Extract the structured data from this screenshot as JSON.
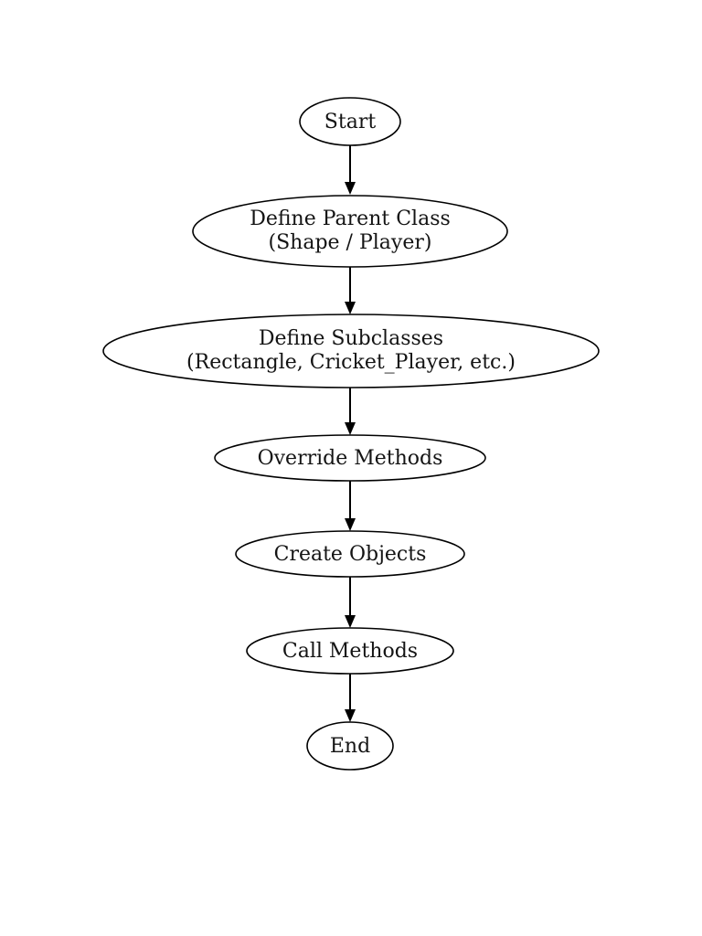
{
  "page": {
    "background": "#ffffff"
  },
  "flowchart": {
    "type": "flowchart",
    "stroke_color": "#000000",
    "fill_color": "#ffffff",
    "text_color": "#141414",
    "nodes": [
      {
        "id": "start",
        "shape": "ellipse",
        "lines": [
          "Start"
        ]
      },
      {
        "id": "define-parent-class",
        "shape": "ellipse",
        "lines": [
          "Define Parent Class",
          "(Shape / Player)"
        ]
      },
      {
        "id": "define-subclasses",
        "shape": "ellipse",
        "lines": [
          "Define Subclasses",
          "(Rectangle, Cricket_Player, etc.)"
        ]
      },
      {
        "id": "override-methods",
        "shape": "ellipse",
        "lines": [
          "Override Methods"
        ]
      },
      {
        "id": "create-objects",
        "shape": "ellipse",
        "lines": [
          "Create Objects"
        ]
      },
      {
        "id": "call-methods",
        "shape": "ellipse",
        "lines": [
          "Call Methods"
        ]
      },
      {
        "id": "end",
        "shape": "ellipse",
        "lines": [
          "End"
        ]
      }
    ],
    "edges": [
      {
        "from": "start",
        "to": "define-parent-class",
        "direction": "down"
      },
      {
        "from": "define-parent-class",
        "to": "define-subclasses",
        "direction": "down"
      },
      {
        "from": "define-subclasses",
        "to": "override-methods",
        "direction": "down"
      },
      {
        "from": "override-methods",
        "to": "create-objects",
        "direction": "down"
      },
      {
        "from": "create-objects",
        "to": "call-methods",
        "direction": "down"
      },
      {
        "from": "call-methods",
        "to": "end",
        "direction": "down"
      }
    ]
  }
}
